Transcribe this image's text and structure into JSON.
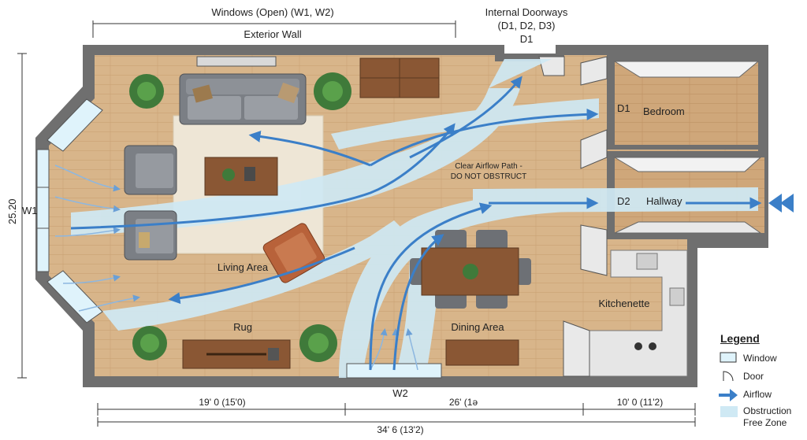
{
  "annotations": {
    "windows_open": "Windows (Open) (W1, W2)",
    "exterior_wall": "Exterior Wall",
    "internal_doorways": "Internal Doorways",
    "internal_doorways_ids": "(D1, D2, D3)",
    "doorway_top": "D1",
    "airflow_note_line1": "Clear Airflow Path -",
    "airflow_note_line2": "DO NOT OBSTRUCT"
  },
  "labels": {
    "window_left": "W1",
    "window_bottom": "W2",
    "door_bedroom": "D1",
    "door_hallway": "D2",
    "bedroom": "Bedroom",
    "hallway": "Hallway",
    "living_area": "Living Area",
    "rug": "Rug",
    "dining_area": "Dining Area",
    "kitchenette": "Kitchenette"
  },
  "dimensions": {
    "height_left": "25.20",
    "width_left": "19' 0 (15'0)",
    "width_middle": "26' (1ə",
    "width_right": "10' 0 (11'2)",
    "width_total": "34' 6 (13'2)"
  },
  "legend": {
    "title": "Legend",
    "items": [
      {
        "label": "Window",
        "icon": "window-icon"
      },
      {
        "label": "Door",
        "icon": "door-icon"
      },
      {
        "label": "Airflow",
        "icon": "airflow-arrow-icon"
      },
      {
        "label": "Obstruction\nFree Zone",
        "label_line1": "Obstruction",
        "label_line2": "Free Zone",
        "icon": "zone-swatch-icon"
      }
    ]
  },
  "colors": {
    "wall": "#6f6f6f",
    "wood_floor": "#d7b489",
    "rug": "#eee6d6",
    "airflow": "#cfe9f4",
    "airflow_arrow": "#3b7fc8",
    "room_floor": "#cfa77a",
    "sofa": "#7b7f85",
    "table_wood": "#8a5734"
  }
}
